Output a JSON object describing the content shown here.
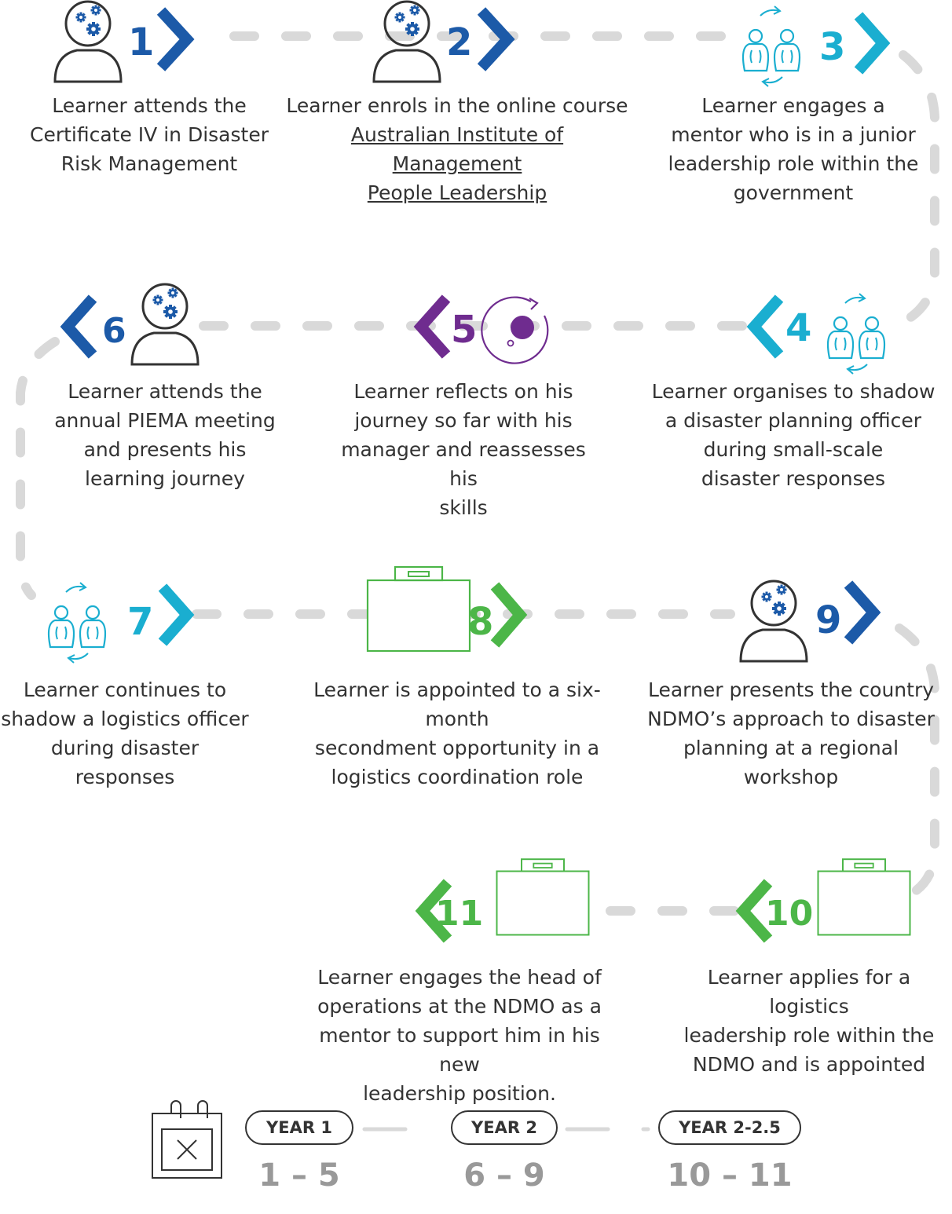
{
  "steps": [
    {
      "number": "1",
      "icon": "person-gears-icon",
      "color": "#1c5aa8",
      "caption": [
        "Learner attends the",
        "Certificate IV in Disaster",
        "Risk Management"
      ]
    },
    {
      "number": "2",
      "icon": "person-gears-icon",
      "color": "#1c5aa8",
      "caption": [
        "Learner enrols in the online course"
      ],
      "link": [
        "Australian Institute of Management",
        "People Leadership"
      ]
    },
    {
      "number": "3",
      "icon": "mentoring-pair-icon",
      "color": "#1aaed0",
      "caption": [
        "Learner engages a",
        "mentor who is in a junior",
        "leadership role within the",
        "government"
      ]
    },
    {
      "number": "4",
      "icon": "mentoring-pair-icon",
      "color": "#1aaed0",
      "caption": [
        "Learner organises to shadow",
        "a disaster planning officer",
        "during small-scale",
        "disaster responses"
      ]
    },
    {
      "number": "5",
      "icon": "reflection-icon",
      "color": "#6f2c8f",
      "caption": [
        "Learner reflects on his",
        "journey so far with his",
        "manager and reassesses his",
        "skills"
      ]
    },
    {
      "number": "6",
      "icon": "person-gears-icon",
      "color": "#1c5aa8",
      "caption": [
        "Learner attends the",
        "annual  PIEMA meeting",
        "and presents his",
        "learning journey"
      ]
    },
    {
      "number": "7",
      "icon": "mentoring-pair-icon",
      "color": "#1aaed0",
      "caption": [
        "Learner continues to",
        "shadow a logistics officer",
        "during disaster responses"
      ]
    },
    {
      "number": "8",
      "icon": "briefcase-icon",
      "color": "#4cb648",
      "caption": [
        "Learner is appointed to a six-month",
        "secondment opportunity in a",
        "logistics coordination role"
      ]
    },
    {
      "number": "9",
      "icon": "person-gears-icon",
      "color": "#1c5aa8",
      "caption": [
        "Learner presents the country",
        "NDMO’s approach to disaster",
        "planning at a regional",
        "workshop"
      ]
    },
    {
      "number": "10",
      "icon": "briefcase-icon",
      "color": "#4cb648",
      "caption": [
        "Learner applies for a logistics",
        "leadership role within the",
        "NDMO and is appointed"
      ]
    },
    {
      "number": "11",
      "icon": "briefcase-icon",
      "color": "#4cb648",
      "caption": [
        "Learner engages the head of",
        "operations at the NDMO as a",
        "mentor to support him in his new",
        "leadership position."
      ]
    }
  ],
  "timeline": {
    "icon": "calendar-icon",
    "periods": [
      {
        "label": "YEAR 1",
        "range": "1 – 5"
      },
      {
        "label": "YEAR 2",
        "range": "6 – 9"
      },
      {
        "label": "YEAR 2-2.5",
        "range": "10 – 11"
      }
    ]
  },
  "colors": {
    "connector": "#d9d9d9",
    "navy": "#1c5aa8",
    "cyan": "#1aaed0",
    "purple": "#6f2c8f",
    "green": "#4cb648",
    "text": "#333333",
    "range": "#999999"
  }
}
